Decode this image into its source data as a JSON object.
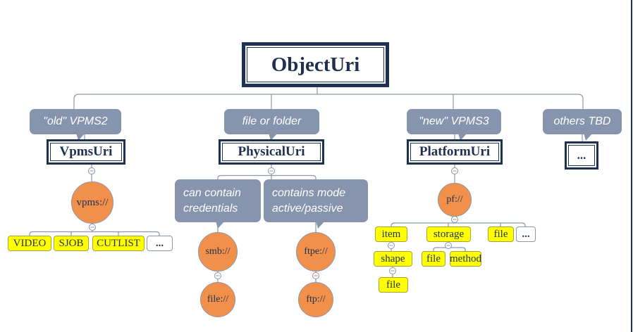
{
  "diagram": {
    "root": "ObjectUri",
    "b1": {
      "callout": "\"old\" VPMS2",
      "node": "VpmsUri",
      "scheme": "vpms://",
      "leaves": [
        "VIDEO",
        "SJOB",
        "CUTLIST",
        "..."
      ]
    },
    "b2": {
      "callout": "file or folder",
      "node": "PhysicalUri",
      "note1": "can contain credentials",
      "note2": "contains mode active/passive",
      "scheme1": "smb://",
      "scheme1_child": "file://",
      "scheme2": "ftpe://",
      "scheme2_child": "ftp://"
    },
    "b3": {
      "callout": "\"new\" VPMS3",
      "node": "PlatformUri",
      "scheme": "pf://",
      "leaves": [
        "item",
        "storage",
        "file",
        "..."
      ],
      "item_child": "shape",
      "storage_children": [
        "file",
        "method"
      ],
      "shape_child": "file"
    },
    "b4": {
      "callout": "others TBD",
      "node": "..."
    }
  },
  "colors": {
    "navy": "#1f3150",
    "callout_gray": "#8794ad",
    "orange": "#f0904a",
    "yellow": "#ffff00",
    "yellow_border": "#a2a433",
    "connector_gray": "#8b97a8"
  }
}
